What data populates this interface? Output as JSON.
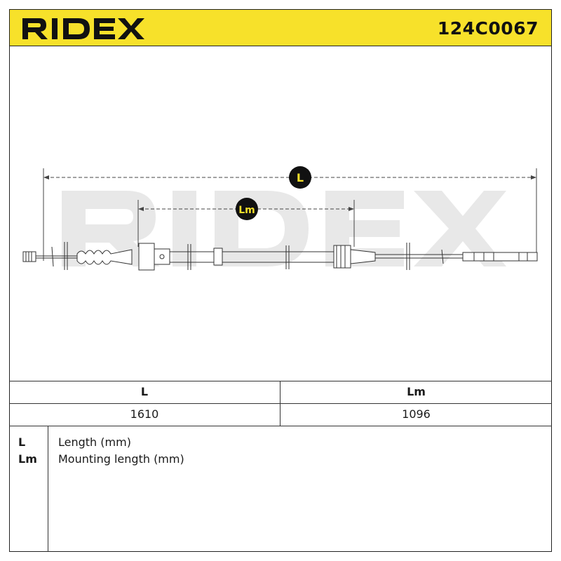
{
  "header": {
    "brand": "RIDEX",
    "part_number": "124C0067",
    "background": "#f7e12a"
  },
  "drawing": {
    "watermark": "RIDEX",
    "dim_L_label": "L",
    "dim_Lm_label": "Lm"
  },
  "table": {
    "headers": [
      "L",
      "Lm"
    ],
    "values": [
      "1610",
      "1096"
    ]
  },
  "legend": [
    {
      "key": "L",
      "desc": "Length (mm)"
    },
    {
      "key": "Lm",
      "desc": "Mounting length (mm)"
    }
  ]
}
